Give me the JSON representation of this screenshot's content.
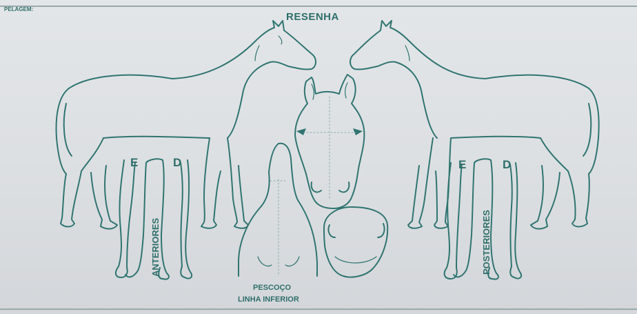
{
  "form": {
    "pelagem_label": "PELAGEM:",
    "title": "RESENHA"
  },
  "limbs_front": {
    "left_label": "E",
    "right_label": "D",
    "caption": "ANTERIORES"
  },
  "limbs_hind": {
    "left_label": "E",
    "right_label": "D",
    "caption": "POSTERIORES"
  },
  "neck": {
    "caption_line1": "PESCOÇO",
    "caption_line2": "LINHA INFERIOR"
  },
  "colors": {
    "ink": "#2f7470",
    "paper": "#e0e3e6"
  }
}
